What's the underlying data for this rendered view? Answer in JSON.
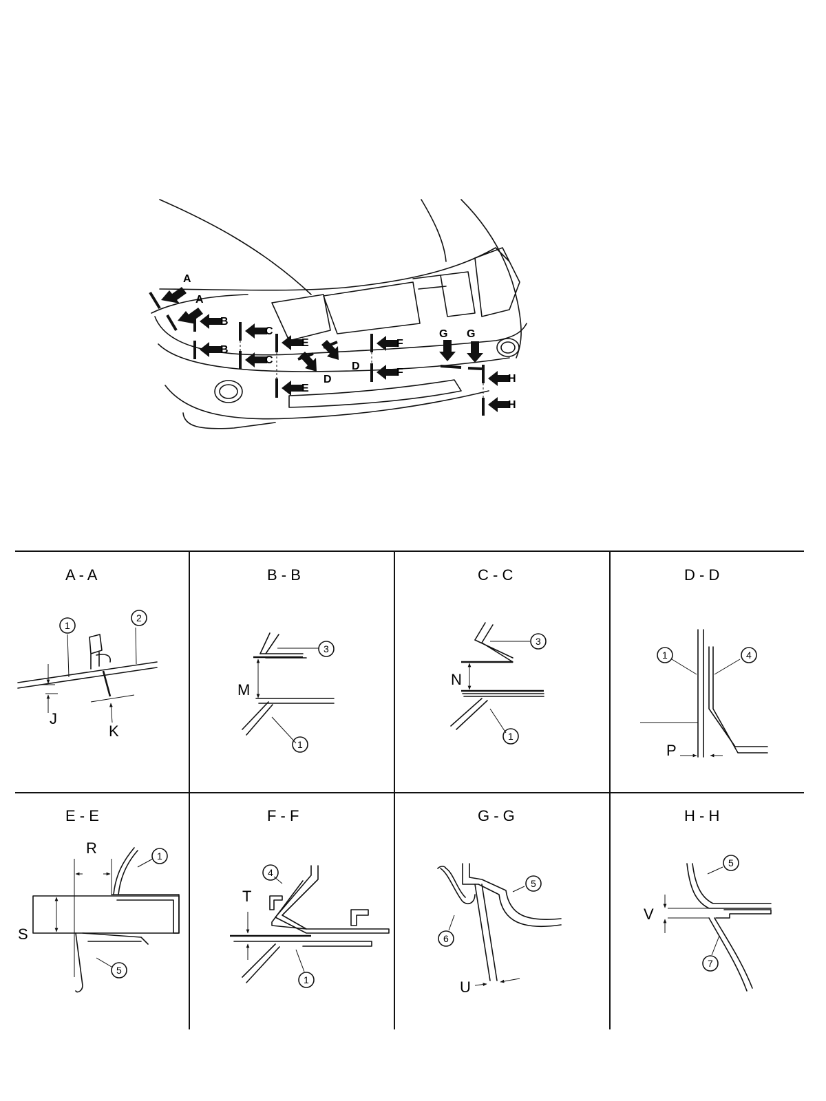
{
  "vehicle_view": {
    "callouts": {
      "a1": "A",
      "a2": "A",
      "b1": "B",
      "b2": "B",
      "c1": "C",
      "c2": "C",
      "d1": "D",
      "d2": "D",
      "e1": "E",
      "e2": "E",
      "f1": "F",
      "f2": "F",
      "g1": "G",
      "g2": "G",
      "h1": "H",
      "h2": "H"
    }
  },
  "sections": [
    {
      "title": "A - A",
      "dims": [
        "J",
        "K"
      ],
      "parts": [
        "1",
        "2"
      ]
    },
    {
      "title": "B - B",
      "dims": [
        "M"
      ],
      "parts": [
        "3",
        "1"
      ]
    },
    {
      "title": "C - C",
      "dims": [
        "N"
      ],
      "parts": [
        "3",
        "1"
      ]
    },
    {
      "title": "D - D",
      "dims": [
        "P"
      ],
      "parts": [
        "1",
        "4"
      ]
    },
    {
      "title": "E - E",
      "dims": [
        "R",
        "S"
      ],
      "parts": [
        "1",
        "5"
      ]
    },
    {
      "title": "F - F",
      "dims": [
        "T"
      ],
      "parts": [
        "4",
        "1"
      ]
    },
    {
      "title": "G - G",
      "dims": [
        "U"
      ],
      "parts": [
        "5",
        "6"
      ]
    },
    {
      "title": "H - H",
      "dims": [
        "V"
      ],
      "parts": [
        "5",
        "7"
      ]
    }
  ]
}
